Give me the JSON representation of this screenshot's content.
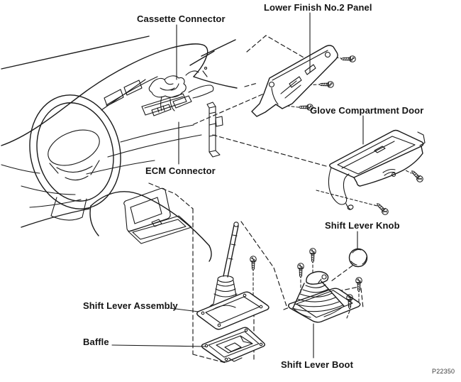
{
  "figure": {
    "code": "P22350",
    "background_color": "#ffffff",
    "line_color": "#1a1a1a",
    "type": "exploded-parts-line-diagram"
  },
  "labels": {
    "cassette_connector": "Cassette Connector",
    "lower_finish_panel": "Lower Finish No.2 Panel",
    "glove_compartment_door": "Glove Compartment Door",
    "ecm_connector": "ECM Connector",
    "shift_lever_knob": "Shift Lever Knob",
    "shift_lever_assembly": "Shift Lever Assembly",
    "baffle": "Baffle",
    "shift_lever_boot": "Shift Lever Boot"
  },
  "parts": [
    {
      "name": "Cassette Connector"
    },
    {
      "name": "Lower Finish No.2 Panel",
      "screws": 3
    },
    {
      "name": "Glove Compartment Door",
      "screws": 2
    },
    {
      "name": "ECM Connector"
    },
    {
      "name": "Shift Lever Knob"
    },
    {
      "name": "Shift Lever Assembly",
      "screws": 1
    },
    {
      "name": "Baffle"
    },
    {
      "name": "Shift Lever Boot",
      "screws": 4
    }
  ]
}
